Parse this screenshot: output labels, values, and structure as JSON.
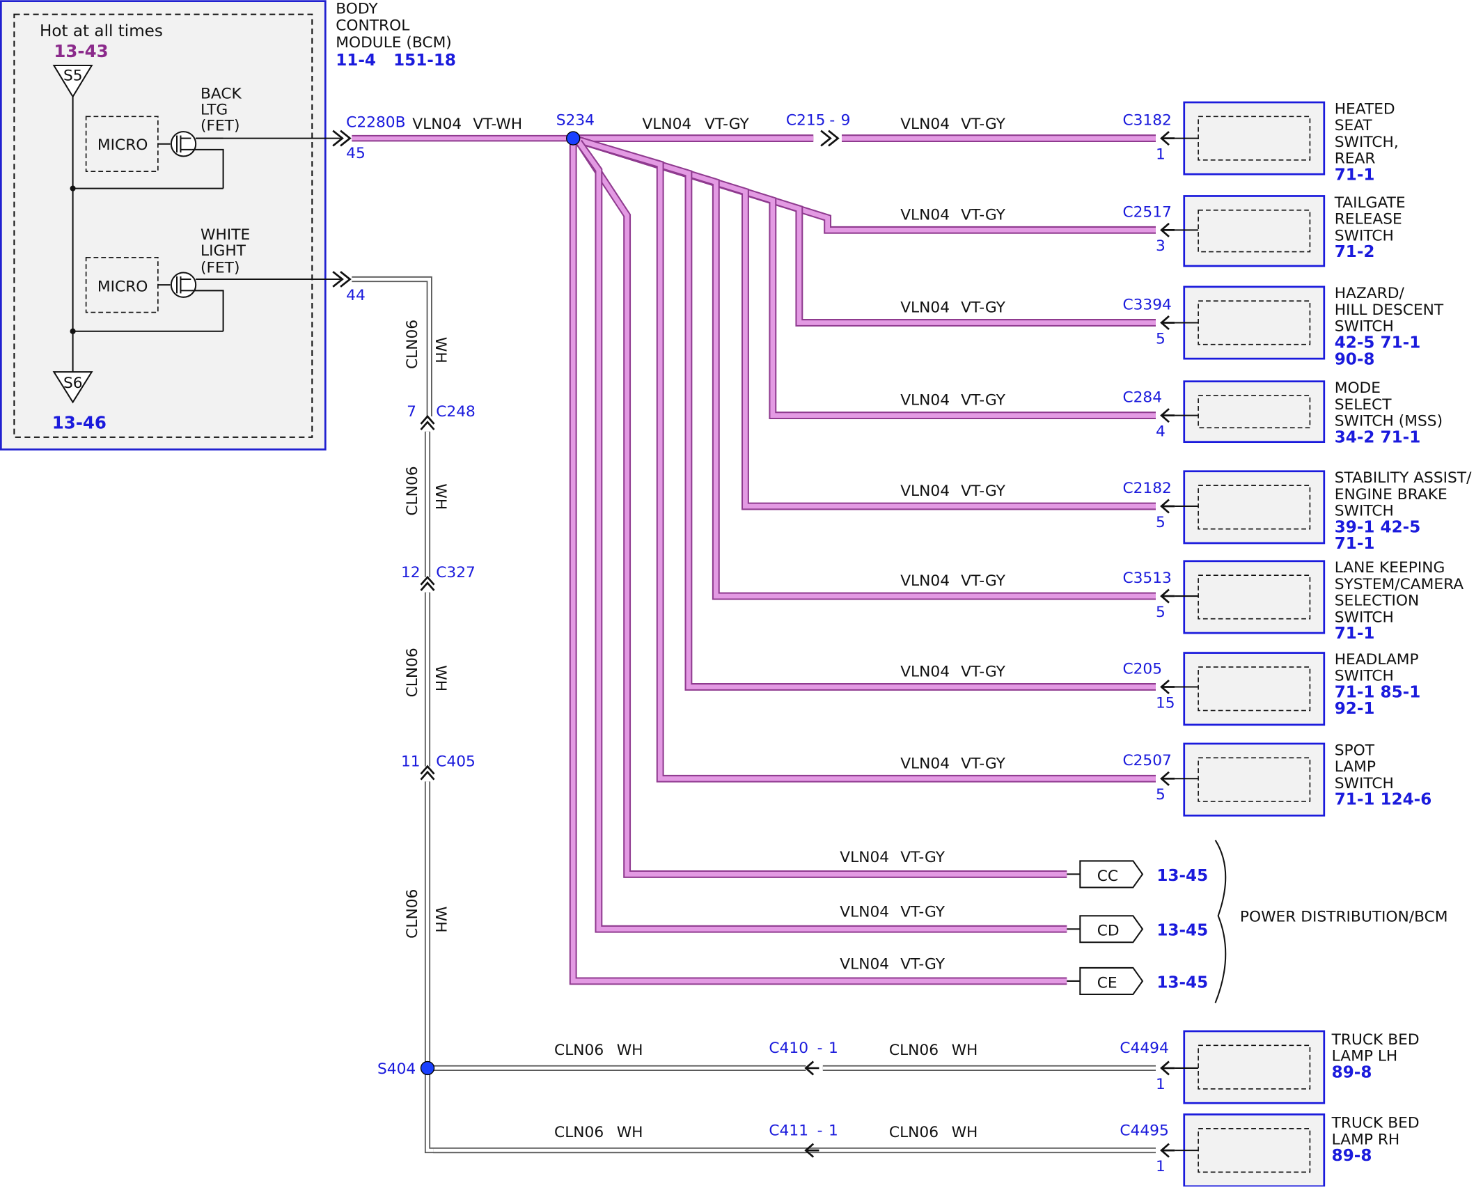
{
  "colors": {
    "connector_blue": "#1a1adc",
    "wire_violet_fill": "#e39ae3",
    "wire_violet_edge": "#8f3a8f",
    "wire_white_edge": "#555555",
    "switch_fill": "#f2f2f2",
    "hot_ref": "#8b2a8b"
  },
  "bcm": {
    "title_lines": [
      "BODY",
      "CONTROL",
      "MODULE (BCM)"
    ],
    "refs": [
      "11-4",
      "151-18"
    ],
    "hot_label": "Hot at all times",
    "hot_ref_top": "13-43",
    "hot_ref_bottom": "13-46",
    "s5": "S5",
    "s6": "S6",
    "micro_1": "MICRO",
    "micro_2": "MICRO",
    "back_ltg_lines": [
      "BACK",
      "LTG",
      "(FET)"
    ],
    "white_light_lines": [
      "WHITE",
      "LIGHT",
      "(FET)"
    ]
  },
  "top_harness": {
    "connector": "C2280B",
    "pin": "45",
    "wire": "VLN04",
    "color": "VT-WH",
    "splice": "S234",
    "seg_wire": "VLN04",
    "seg_color": "VT-GY",
    "inline_connector": "C215",
    "inline_dash": "-",
    "inline_pin": "9"
  },
  "branches": [
    {
      "wire": "VLN04",
      "color": "VT-GY",
      "connector": "C3182",
      "pin": "1",
      "device_lines": [
        "HEATED",
        " SEAT",
        "SWITCH,",
        "REAR"
      ],
      "ref_lines": [
        "71-1"
      ]
    },
    {
      "wire": "VLN04",
      "color": "VT-GY",
      "connector": "C2517",
      "pin": "3",
      "device_lines": [
        "TAILGATE",
        "RELEASE",
        "SWITCH"
      ],
      "ref_lines": [
        "71-2"
      ]
    },
    {
      "wire": "VLN04",
      "color": "VT-GY",
      "connector": "C3394",
      "pin": "5",
      "device_lines": [
        "HAZARD/",
        "HILL DESCENT",
        "SWITCH"
      ],
      "ref_lines": [
        "42-5   71-1",
        "90-8"
      ]
    },
    {
      "wire": "VLN04",
      "color": "VT-GY",
      "connector": "C284",
      "pin": "4",
      "device_lines": [
        "MODE",
        "SELECT",
        "SWITCH (MSS)"
      ],
      "ref_lines": [
        "34-2   71-1"
      ]
    },
    {
      "wire": "VLN04",
      "color": "VT-GY",
      "connector": "C2182",
      "pin": "5",
      "device_lines": [
        "STABILITY ASSIST/",
        "ENGINE BRAKE",
        "SWITCH"
      ],
      "ref_lines": [
        "39-1   42-5",
        "71-1"
      ]
    },
    {
      "wire": "VLN04",
      "color": "VT-GY",
      "connector": "C3513",
      "pin": "5",
      "device_lines": [
        "LANE KEEPING",
        "SYSTEM/CAMERA",
        "SELECTION",
        "SWITCH"
      ],
      "ref_lines": [
        "71-1"
      ]
    },
    {
      "wire": "VLN04",
      "color": "VT-GY",
      "connector": "C205",
      "pin": "15",
      "device_lines": [
        "HEADLAMP",
        "SWITCH"
      ],
      "ref_lines": [
        "71-1   85-1",
        "92-1"
      ]
    },
    {
      "wire": "VLN04",
      "color": "VT-GY",
      "connector": "C2507",
      "pin": "5",
      "device_lines": [
        "SPOT",
        "LAMP",
        "SWITCH"
      ],
      "ref_lines": [
        "71-1   124-6"
      ]
    }
  ],
  "power_outputs": [
    {
      "wire": "VLN04",
      "color": "VT-GY",
      "tag": "CC",
      "ref": "13-45"
    },
    {
      "wire": "VLN04",
      "color": "VT-GY",
      "tag": "CD",
      "ref": "13-45"
    },
    {
      "wire": "VLN04",
      "color": "VT-GY",
      "tag": "CE",
      "ref": "13-45"
    }
  ],
  "power_group_label": "POWER DISTRIBUTION/BCM",
  "white_harness": {
    "pin_44": "44",
    "vertical_segments": [
      {
        "wire": "CLN06",
        "color": "WH"
      },
      {
        "wire": "CLN06",
        "color": "WH"
      },
      {
        "wire": "CLN06",
        "color": "WH"
      },
      {
        "wire": "CLN06",
        "color": "WH"
      }
    ],
    "inline_connectors": [
      {
        "name": "C248",
        "pin": "7"
      },
      {
        "name": "C327",
        "pin": "12"
      },
      {
        "name": "C405",
        "pin": "11"
      }
    ],
    "splice": "S404"
  },
  "truck_bed": [
    {
      "wire_left": "CLN06",
      "color_left": "WH",
      "inline": "C410",
      "inline_dash": "-",
      "inline_pin": "1",
      "wire_right": "CLN06",
      "color_right": "WH",
      "connector": "C4494",
      "pin": "1",
      "device_lines": [
        "TRUCK BED",
        "LAMP LH"
      ],
      "ref_lines": [
        "89-8"
      ]
    },
    {
      "wire_left": "CLN06",
      "color_left": "WH",
      "inline": "C411",
      "inline_dash": "-",
      "inline_pin": "1",
      "wire_right": "CLN06",
      "color_right": "WH",
      "connector": "C4495",
      "pin": "1",
      "device_lines": [
        "TRUCK BED",
        "LAMP RH"
      ],
      "ref_lines": [
        "89-8"
      ]
    }
  ]
}
